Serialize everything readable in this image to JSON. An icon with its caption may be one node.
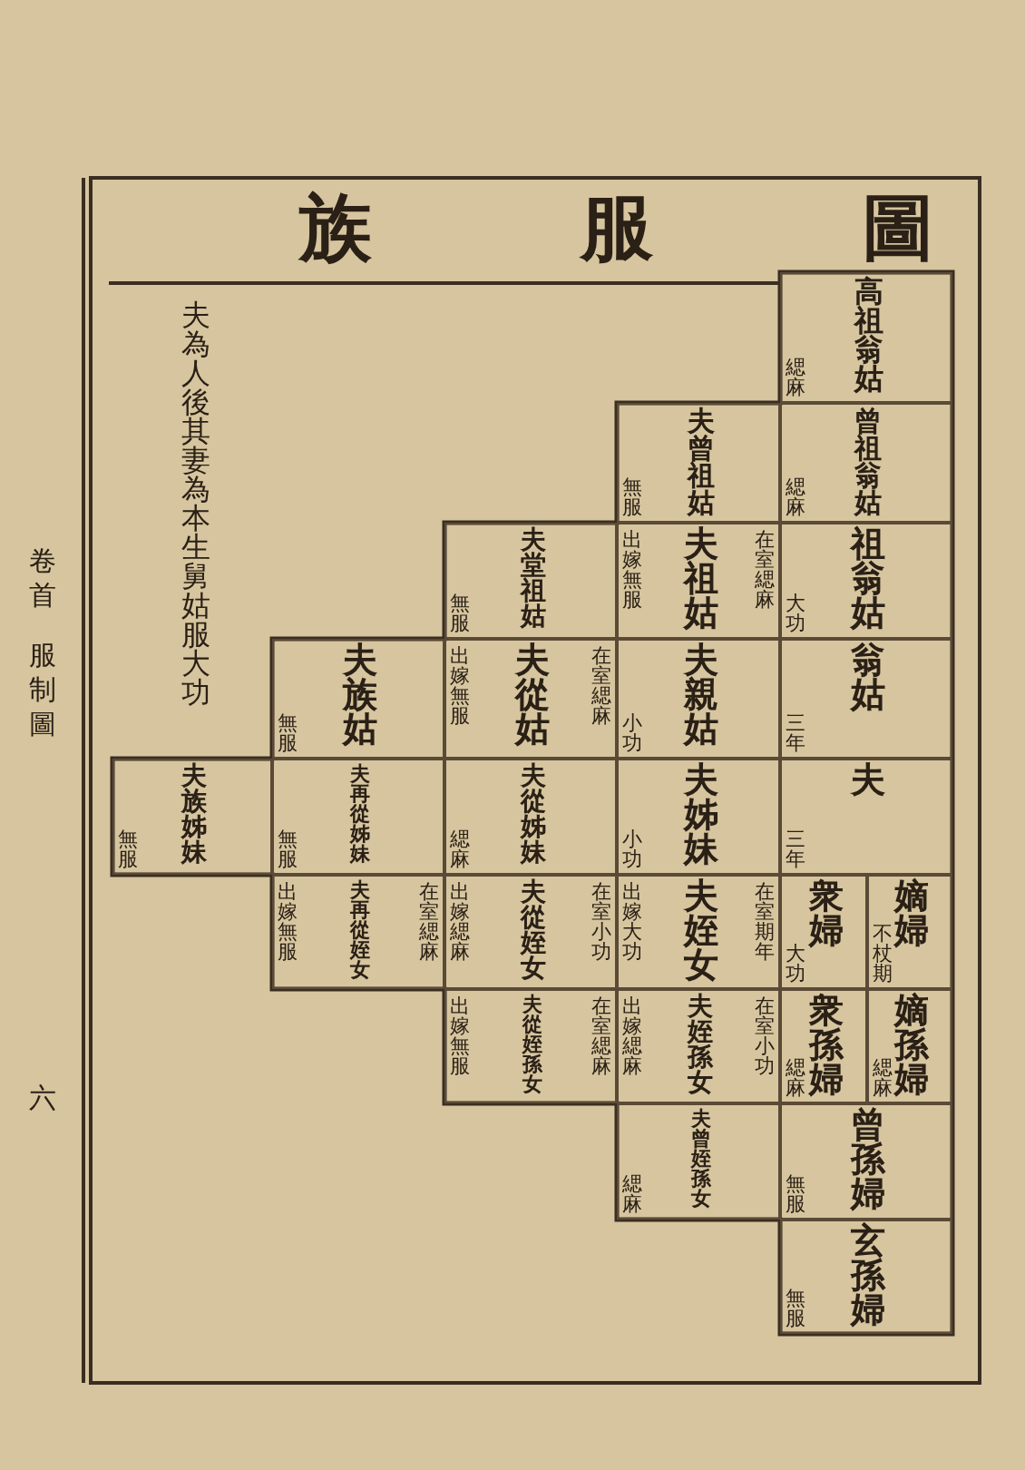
{
  "diagram": {
    "title": "族服圖",
    "nodes": [
      {
        "text": [
          "緦麻",
          "高祖翁姑"
        ]
      },
      {
        "text": [
          "緦麻",
          "曾祖翁姑"
        ]
      },
      {
        "text": [
          "大功",
          "祖翁姑"
        ]
      },
      {
        "text": [
          "三年",
          "翁姑"
        ]
      },
      {
        "text": [
          "三年",
          "夫"
        ]
      },
      {
        "text": [
          "不杖期",
          "嫡婦"
        ]
      },
      {
        "text": [
          "大功",
          "衆婦"
        ]
      },
      {
        "text": [
          "緦麻",
          "嫡孫婦"
        ]
      },
      {
        "text": [
          "緦麻",
          "衆孫婦"
        ]
      },
      {
        "text": [
          "無服",
          "曾孫婦"
        ]
      },
      {
        "text": [
          "無服",
          "玄孫婦"
        ]
      },
      {
        "text": [
          "無服",
          "夫曾祖姑"
        ]
      },
      {
        "text": [
          "出嫁無服",
          "夫祖姑",
          "在室緦麻"
        ]
      },
      {
        "text": [
          "小功",
          "夫親姑"
        ]
      },
      {
        "text": [
          "小功",
          "夫姊妹"
        ]
      },
      {
        "text": [
          "出嫁大功",
          "夫姪女",
          "在室期年"
        ]
      },
      {
        "text": [
          "出嫁緦麻",
          "夫姪孫女",
          "在室小功"
        ]
      },
      {
        "text": [
          "緦麻",
          "夫曾姪孫女"
        ]
      },
      {
        "text": [
          "無服",
          "夫堂祖姑"
        ]
      },
      {
        "text": [
          "出嫁無服",
          "夫從姑",
          "在室緦麻"
        ]
      },
      {
        "text": [
          "緦麻",
          "夫從姊妹"
        ]
      },
      {
        "text": [
          "出嫁緦麻",
          "夫從姪女",
          "在室小功"
        ]
      },
      {
        "text": [
          "出嫁無服",
          "夫從姪孫女",
          "在室緦麻"
        ]
      },
      {
        "text": [
          "無服",
          "夫族姑"
        ]
      },
      {
        "text": [
          "無服",
          "夫再從姊妹"
        ]
      },
      {
        "text": [
          "出嫁無服",
          "夫再從姪女",
          "在室緦麻"
        ]
      },
      {
        "text": [
          "無服",
          "夫族姊妹"
        ]
      }
    ],
    "labels": [
      "夫為人後其妻為本生舅姑服大功",
      "卷首",
      "服制圖",
      "六"
    ]
  }
}
